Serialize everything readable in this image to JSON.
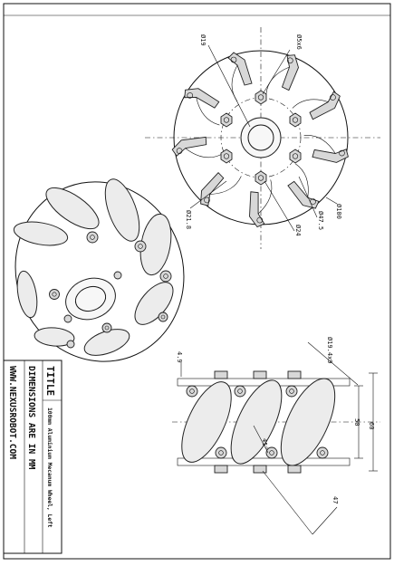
{
  "title_block": {
    "title_label": "TITLE",
    "title_value": "100mm Aluminium Mecanum Wheel, Left",
    "units_note": "DIMENSIONS ARE IN MM",
    "website": "WWW.NEXUSROBOT.COM"
  },
  "front_view": {
    "dims": {
      "bore": "Ø19",
      "hole_count": "Ø5x6",
      "pcd_small": "Ø21.8",
      "pcd": "Ø24",
      "pcd_large": "Ø47.5",
      "outer": "Ø100"
    }
  },
  "side_view": {
    "dims": {
      "rim": "4.9",
      "roller": "Ø19.4x9",
      "inner": "50",
      "overall": "60",
      "angle": "45°",
      "roller_len": "47"
    }
  }
}
